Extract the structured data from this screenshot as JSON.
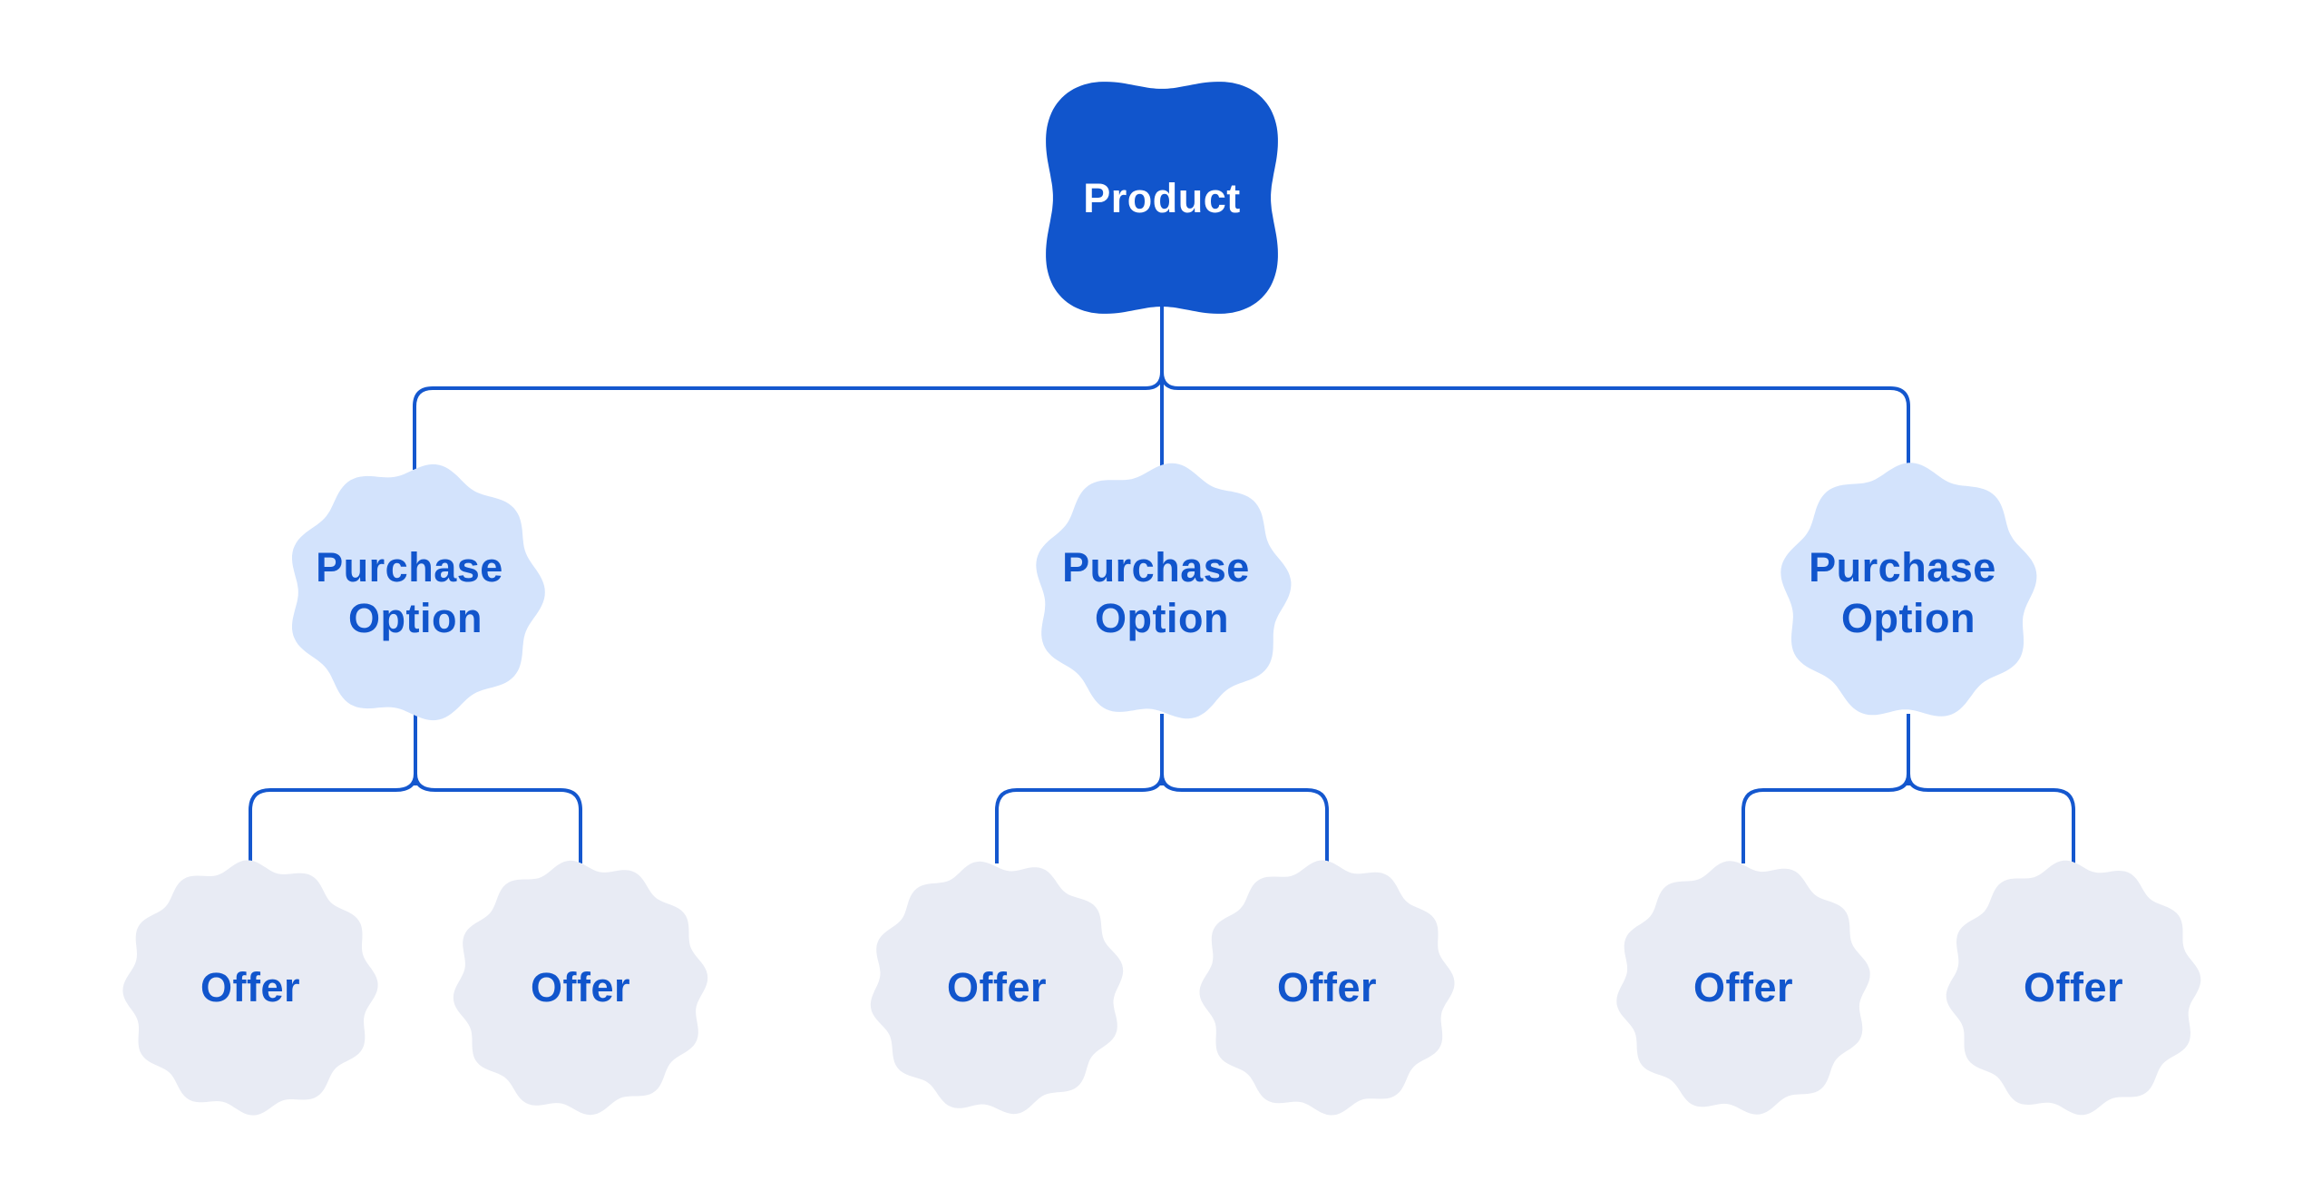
{
  "diagram": {
    "background_color": "#ffffff",
    "connector_color": "#1457CE",
    "product": {
      "label": "Product",
      "fill": "#1155CC",
      "text_color": "#ffffff"
    },
    "purchase_options": {
      "fill": "#D3E3FC",
      "text_color": "#1155CC",
      "items": [
        {
          "lines": [
            "Purchase",
            "Option"
          ]
        },
        {
          "lines": [
            "Purchase",
            "Option"
          ]
        },
        {
          "lines": [
            "Purchase",
            "Option"
          ]
        }
      ]
    },
    "offers": {
      "fill": "#E8EBF4",
      "text_color": "#1155CC",
      "items": [
        {
          "label": "Offer"
        },
        {
          "label": "Offer"
        },
        {
          "label": "Offer"
        },
        {
          "label": "Offer"
        },
        {
          "label": "Offer"
        },
        {
          "label": "Offer"
        }
      ]
    }
  }
}
